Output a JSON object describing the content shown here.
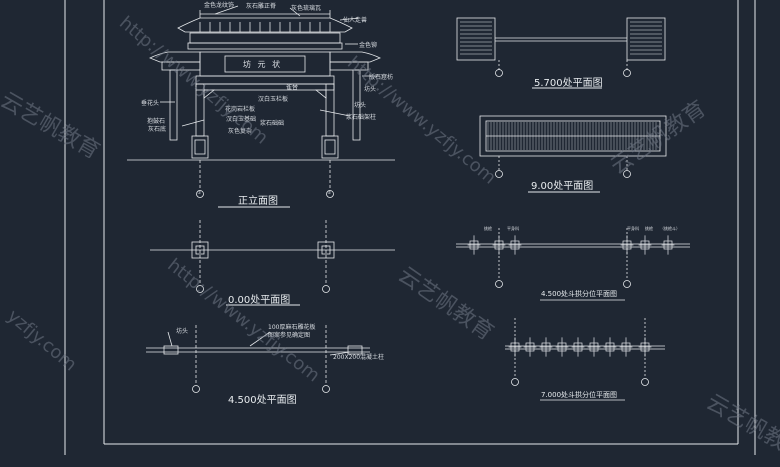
{
  "views": {
    "elevation_title": "正立面图",
    "plan_000_title": "0.00处平面图",
    "plan_4500_title": "4.500处平面图",
    "plan_5700_title": "5.700处平面图",
    "plan_900_title": "9.00处平面图",
    "bracket_4500_title": "4.500处斗拱分位平面图",
    "bracket_7000_title": "7.000处斗拱分位平面图"
  },
  "plaque_text": "坊 元 状",
  "axis_labels": {
    "a": "①",
    "b": "②"
  },
  "elevation_callouts": [
    "金色龙纹饰",
    "灰石雕正脊",
    "灰色琉璃瓦",
    "仙人走兽",
    "垂花头",
    "金色铆",
    "版石窟枋",
    "汉白玉栏板",
    "雀替",
    "坊头",
    "抱鼓石",
    "花岗岩栏板",
    "灰石底",
    "汉白玉基础",
    "浆石础础",
    "坊头",
    "浆石础架柱",
    "灰色复杂"
  ],
  "plan_4500_callouts": [
    "坊头",
    "100厚麻石雕花板",
    "图案参见确定图",
    "200X200混凝土柱"
  ],
  "bracket_labels": [
    "挑檐",
    "平身科",
    "平身科",
    "挑檐",
    "（挑檐斗）"
  ],
  "watermarks": [
    "云艺帆教育",
    "http://www.yzfjy.com",
    "云艺帆教育",
    "http://www.yzfjy.com",
    "云艺帆教育",
    "http://www.yzfjy.com",
    "云艺帆教育",
    "yzfjy.com"
  ],
  "colors": {
    "background": "#1f2733",
    "line": "#e6e9ec",
    "watermark": "#6f7785"
  }
}
